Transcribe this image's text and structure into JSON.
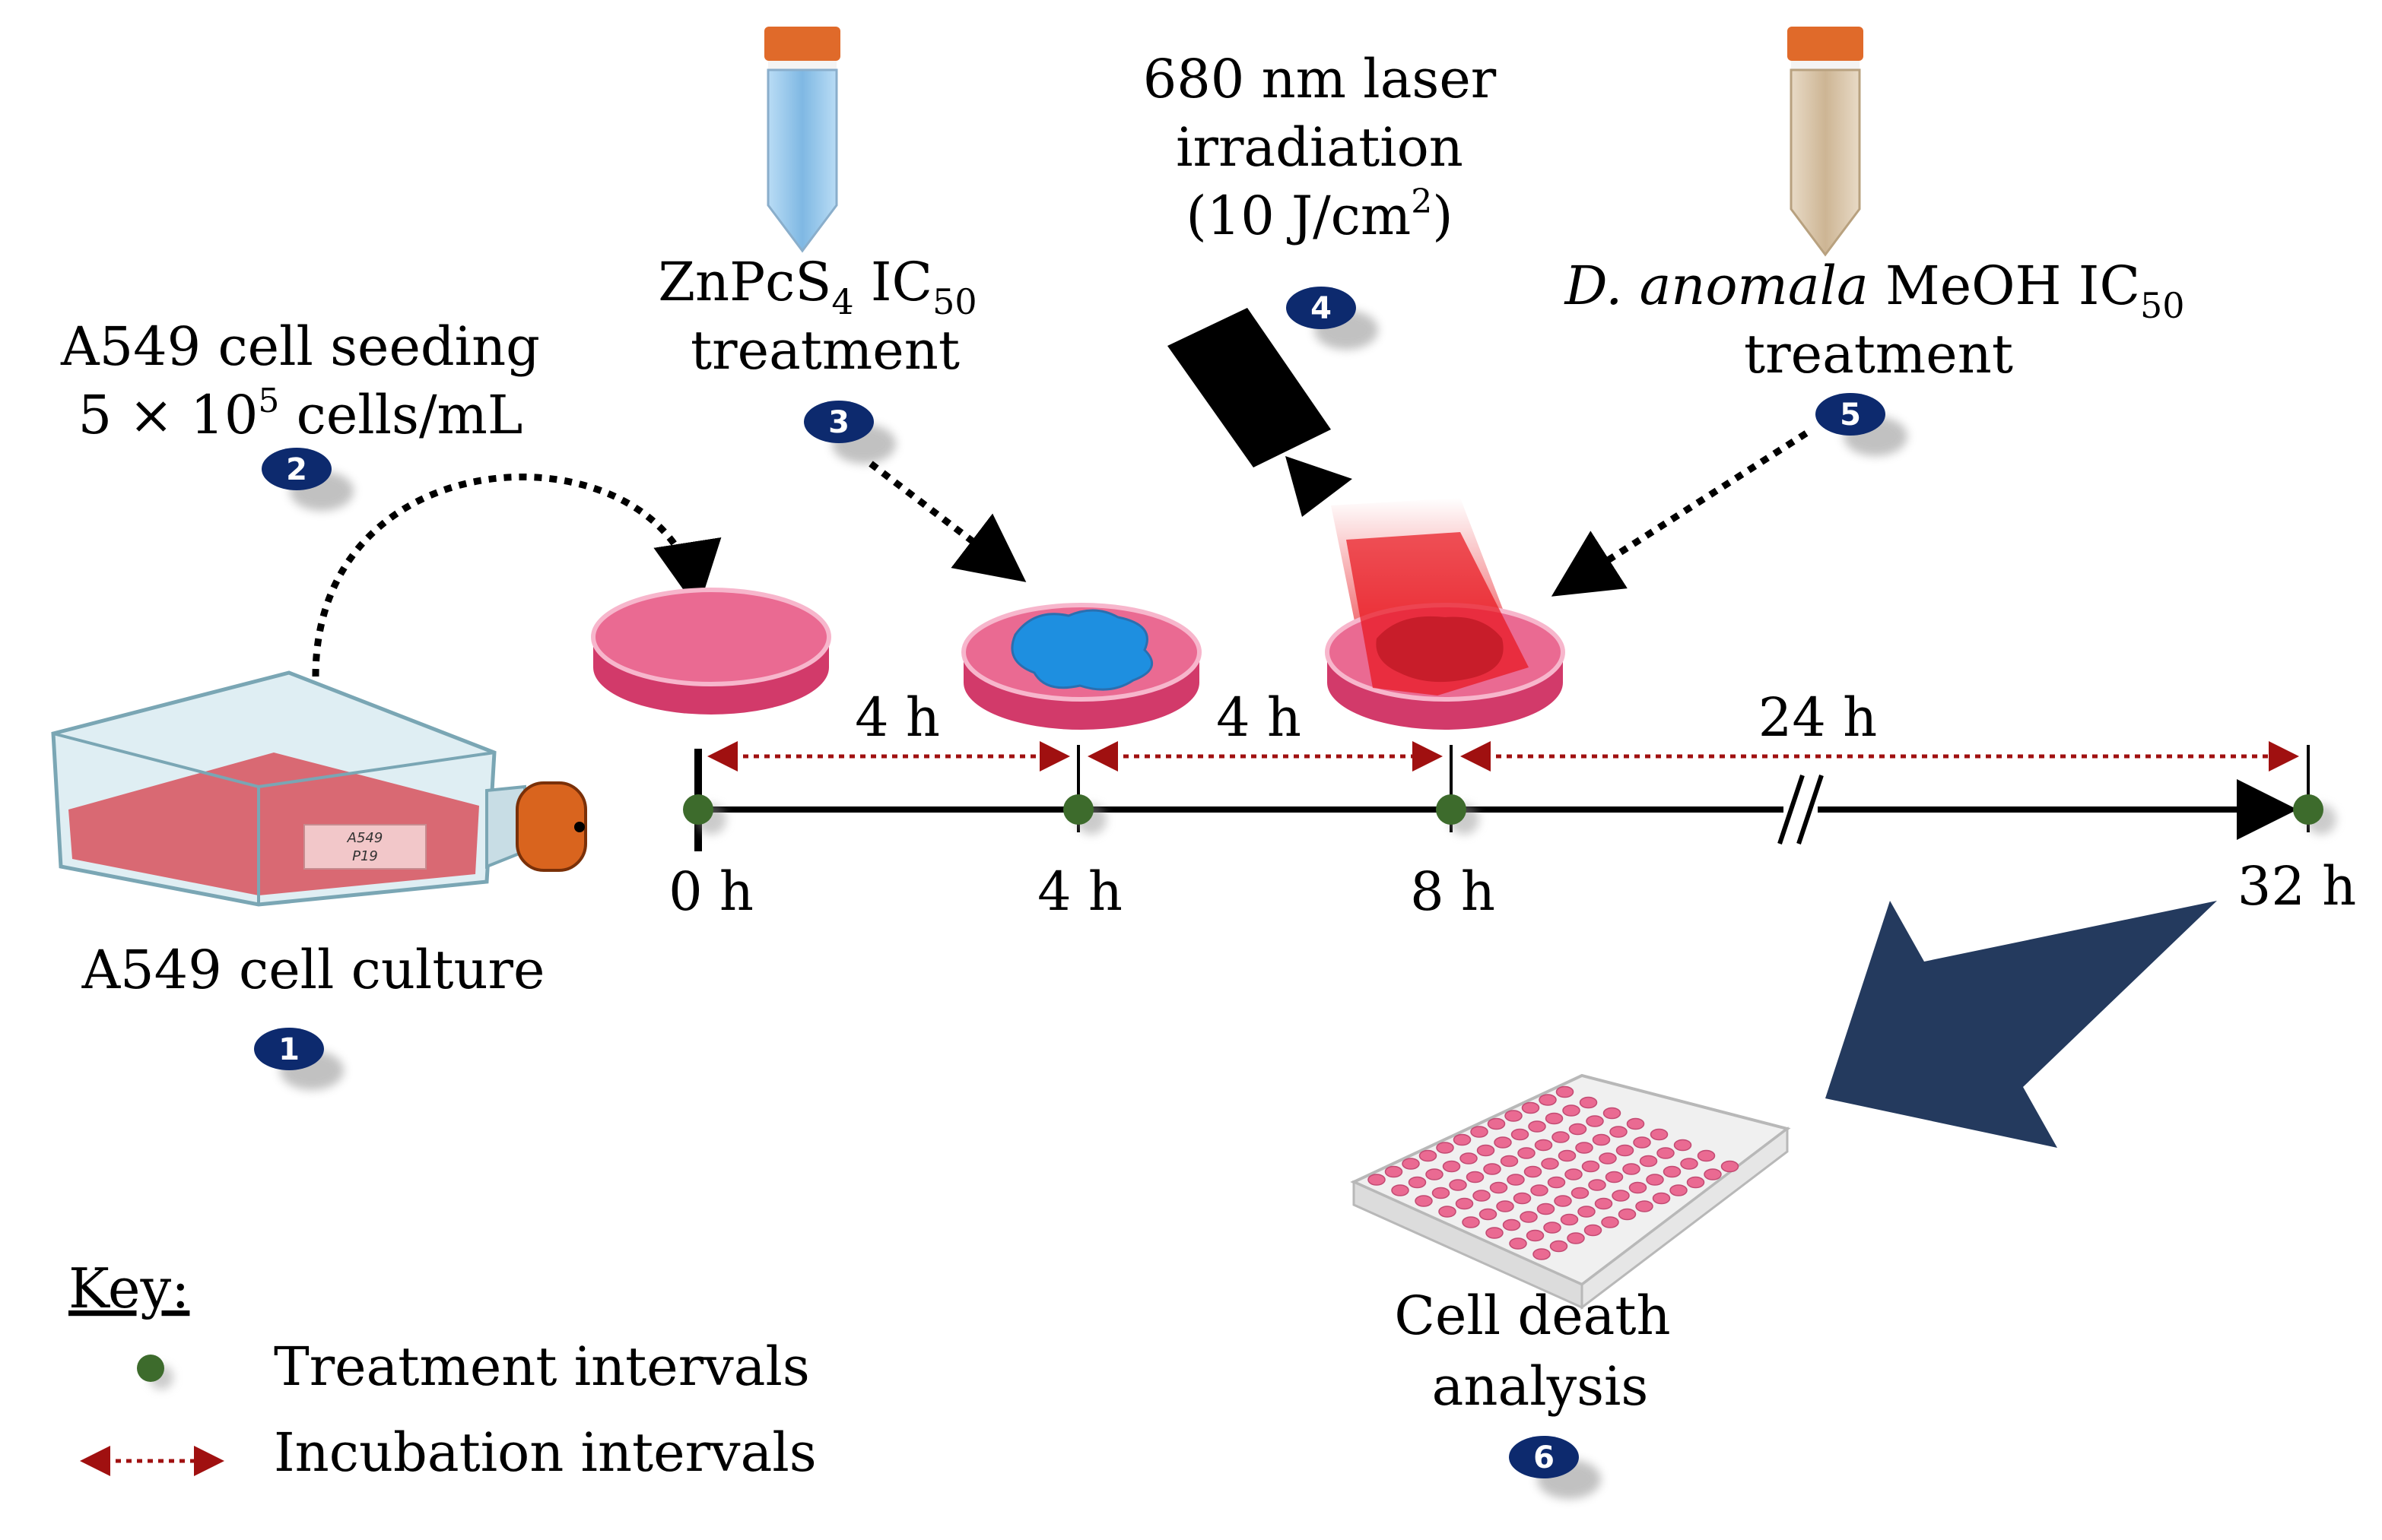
{
  "steps": {
    "culture": {
      "label": "A549 cell culture",
      "number": "1",
      "flask_label_line1": "A549",
      "flask_label_line2": "P19"
    },
    "seeding": {
      "line1": "A549 cell seeding",
      "line2_pre": "5 × 10",
      "line2_sup": "5",
      "line2_post": " cells/mL",
      "number": "2"
    },
    "znpcs4": {
      "line1_a": "ZnPcS",
      "line1_sub": "4",
      "line1_b": " IC",
      "line1_sub2": "50",
      "line2": "treatment",
      "number": "3"
    },
    "laser": {
      "line1": "680 nm laser",
      "line2": "irradiation",
      "line3_pre": "(10 J/cm",
      "line3_sup": "2",
      "line3_post": ")",
      "number": "4"
    },
    "anomala": {
      "line1_italic": "D. anomala",
      "line1_b": " MeOH IC",
      "line1_sub": "50",
      "line2": "treatment",
      "number": "5"
    },
    "analysis": {
      "line1": "Cell death",
      "line2": "analysis",
      "number": "6"
    }
  },
  "timeline": {
    "ticks": [
      "0 h",
      "4 h",
      "8 h",
      "32 h"
    ],
    "intervals": [
      "4 h",
      "4 h",
      "24 h"
    ]
  },
  "key": {
    "title": "Key:",
    "items": [
      {
        "label": "Treatment intervals",
        "icon": "green-dot-icon"
      },
      {
        "label": "Incubation intervals",
        "icon": "red-dotted-double-arrow-icon"
      }
    ]
  },
  "colors": {
    "badge": "#0d2a6e",
    "node": "#3d6b2c",
    "incubation_arrow": "#a01010",
    "big_arrow": "#243a5e",
    "dish_pink": "#ea6a92",
    "cells_blue": "#1e8fe0",
    "laser_red": "#e8141c",
    "tube_blue": "#8cc3ea",
    "tube_beige": "#d8c4a6",
    "tube_cap": "#e06a2a"
  }
}
